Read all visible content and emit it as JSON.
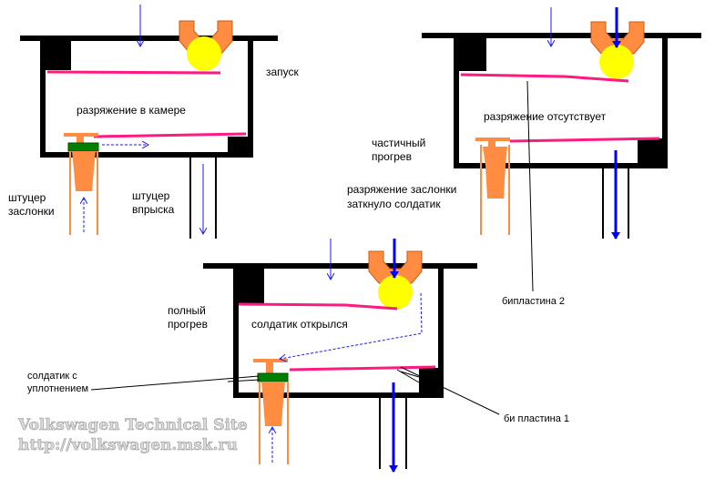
{
  "labels": {
    "zapusk": "запуск",
    "razrezhenie_v_kamere": "разряжение в камере",
    "shtucer_zaslonki_1": "штуцер",
    "shtucer_zaslonki_2": "заслонки",
    "shtucer_vpryska_1": "штуцер",
    "shtucer_vpryska_2": "впрыска",
    "razrezhenie_otsutstvuet": "разряжение отсутствует",
    "chastichny_1": "частичный",
    "chastichny_2": "прогрев",
    "zatknulo_1": "разряжение заслонки",
    "zatknulo_2": "заткнуло солдатик",
    "biplastina_2": "биплaстина 2",
    "polny_1": "полный",
    "polny_2": "прогрев",
    "soldatik_otkrylsya": "солдатик открылся",
    "soldatik_s_1": "солдатик с",
    "soldatik_s_2": "уплотнением",
    "bi_plastina_1": "би пластина 1"
  },
  "watermark": {
    "line1": "Volkswagen Technical Site",
    "line2": "http://volkswagen.msk.ru"
  },
  "colors": {
    "body": "#000000",
    "biplate": "#ff1a80",
    "valve": "#ff8c40",
    "valve_dark": "#cc5a10",
    "seal": "#008000",
    "ball": "#ffff00",
    "arrow_blue": "#1a1aff",
    "flow_blue": "#0000ff"
  }
}
